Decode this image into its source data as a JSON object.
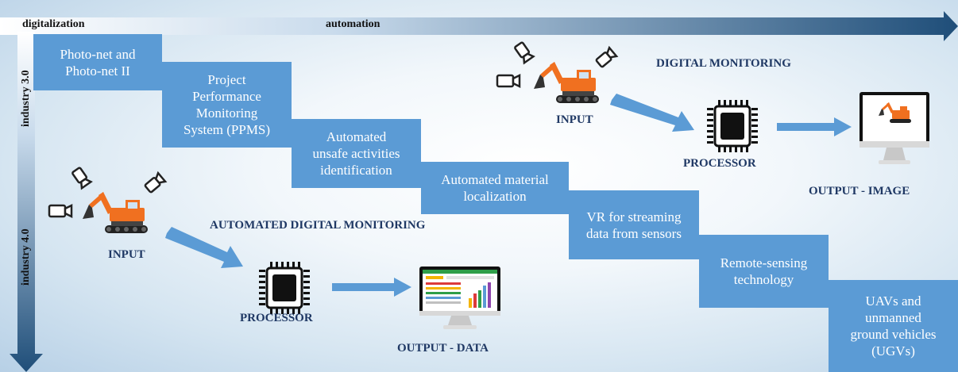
{
  "axes": {
    "top_left": "digitalization",
    "top_right": "automation",
    "left_top": "industry 3.0",
    "left_bottom": "industry 4.0"
  },
  "steps": [
    "Photo-net and\nPhoto-net II",
    "Project\nPerformance\nMonitoring\nSystem (PPMS)",
    "Automated\nunsafe activities\nidentification",
    "Automated material\nlocalization",
    "VR for streaming\ndata from sensors",
    "Remote-sensing\ntechnology",
    "UAVs and\nunmanned\nground vehicles\n(UGVs)"
  ],
  "digital_monitoring": {
    "title": "DIGITAL MONITORING",
    "input": "INPUT",
    "processor": "PROCESSOR",
    "output": "OUTPUT - IMAGE"
  },
  "automated_monitoring": {
    "title": "AUTOMATED DIGITAL  MONITORING",
    "input": "INPUT",
    "processor": "PROCESSOR",
    "output": "OUTPUT - DATA"
  },
  "colors": {
    "step_fill": "#5b9bd5",
    "label_text": "#1f3864",
    "arrow": "#1f4e79",
    "excavator": "#f07020"
  },
  "icons": [
    "camera-icon",
    "excavator-icon",
    "processor-chip-icon",
    "monitor-icon"
  ]
}
